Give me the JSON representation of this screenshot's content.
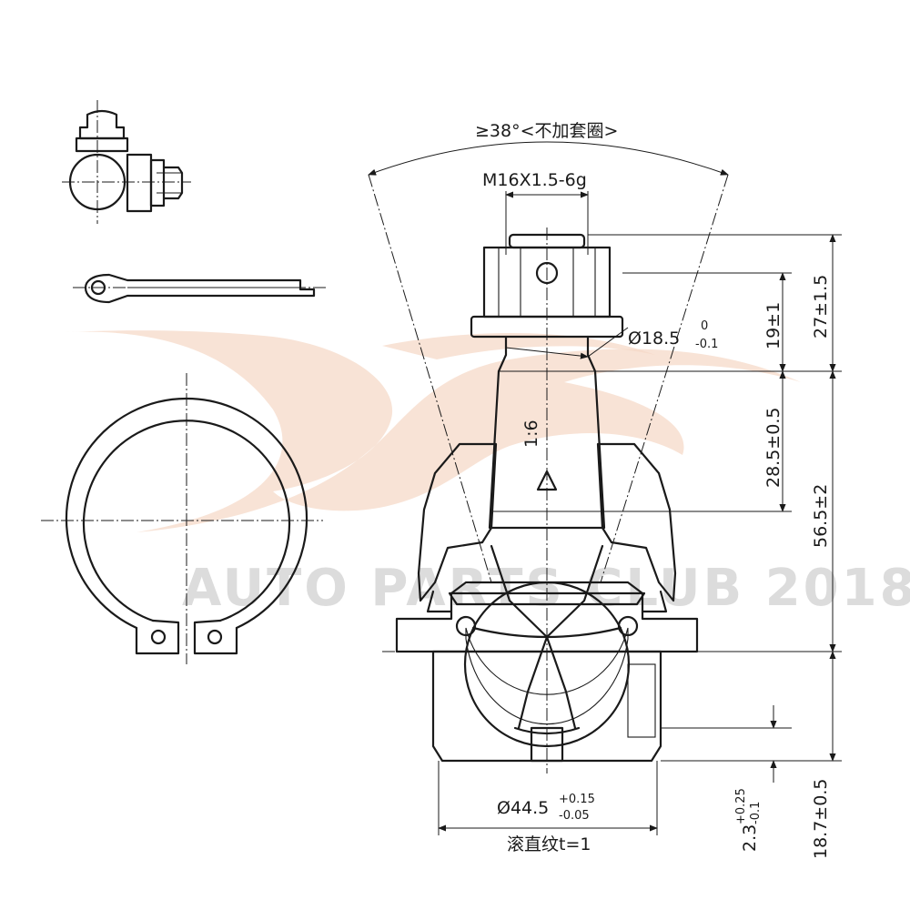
{
  "watermark": {
    "text": "AUTO PARTS CLUB 2018",
    "swoosh_color": "#f6d9c8",
    "text_color": "#dcdcdc"
  },
  "annotations": {
    "cone_angle": "≥38°<不加套圈>",
    "thread": "M16X1.5-6g",
    "shank_dia": "Ø18.5",
    "shank_dia_upper_tol": "0",
    "shank_dia_lower_tol": "-0.1",
    "taper": "1:6",
    "dim_19": "19±1",
    "dim_27": "27±1.5",
    "dim_28_5": "28.5±0.5",
    "dim_56_5": "56.5±2",
    "body_dia": "Ø44.5",
    "body_dia_upper_tol": "+0.15",
    "body_dia_lower_tol": "-0.05",
    "knurl_note": "滚直纹t=1",
    "dim_2_3": "2.3",
    "dim_2_3_upper_tol": "+0.25",
    "dim_2_3_lower_tol": "-0.1",
    "dim_18_7": "18.7±0.5"
  }
}
